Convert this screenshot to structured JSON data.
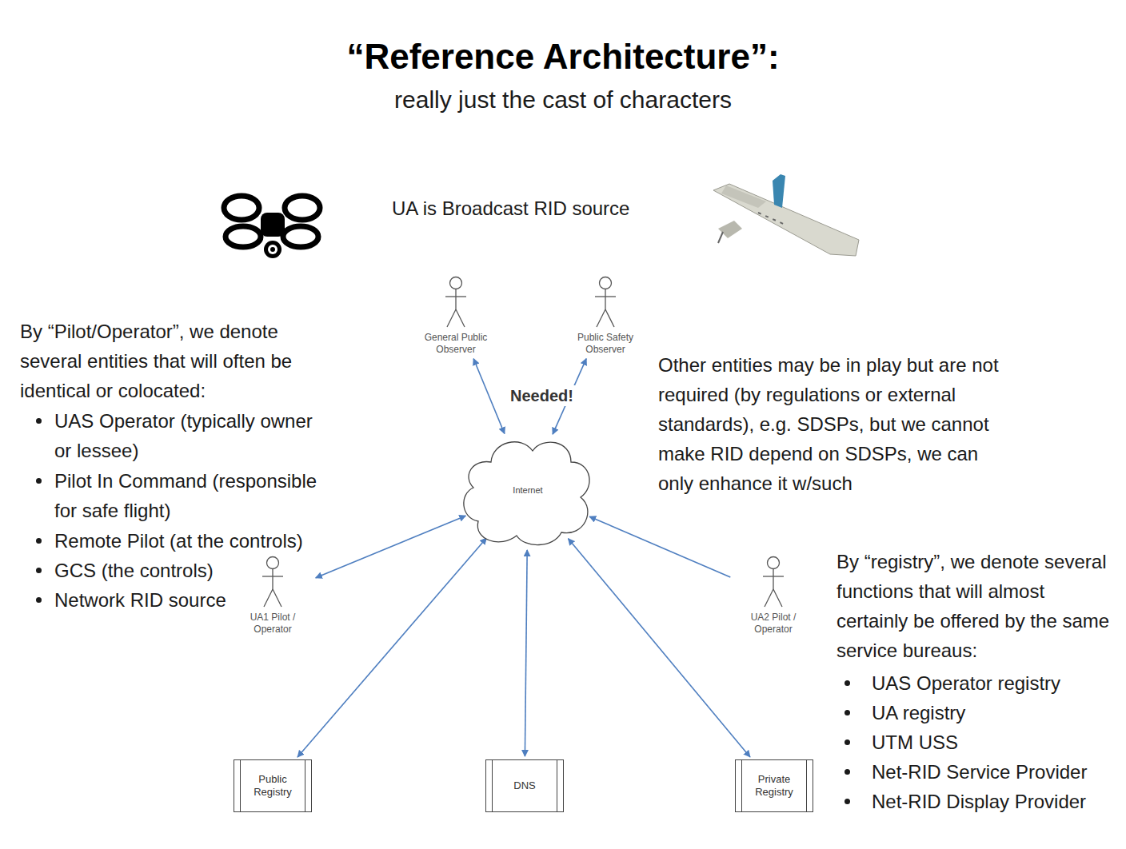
{
  "diagram": {
    "title": "“Reference Architecture”:",
    "nodes": [
      {
        "text": [
          "General Public Observer"
        ]
      },
      {
        "text": [
          "Public Safety Observer"
        ]
      },
      {
        "text": [
          "Internet"
        ]
      },
      {
        "text": [
          "UA1 Pilot / Operator"
        ]
      },
      {
        "text": [
          "UA2 Pilot / Operator"
        ]
      },
      {
        "text": [
          "Public Registry"
        ]
      },
      {
        "text": [
          "DNS"
        ]
      },
      {
        "text": [
          "Private Registry"
        ]
      }
    ],
    "edges": [
      {
        "from": 0,
        "to": 2,
        "arrow": "both"
      },
      {
        "from": 1,
        "to": 2,
        "arrow": "both"
      },
      {
        "from": 3,
        "to": 2,
        "arrow": "both"
      },
      {
        "from": 4,
        "to": 2,
        "arrow": "to"
      },
      {
        "from": 5,
        "to": 2,
        "arrow": "both"
      },
      {
        "from": 6,
        "to": 2,
        "arrow": "both"
      },
      {
        "from": 7,
        "to": 2,
        "arrow": "both"
      }
    ],
    "labels": [
      "really just the cast of characters",
      "UA is Broadcast RID source",
      "By “Pilot/Operator”, we denote several entities that will often be identical or colocated:",
      "UAS Operator (typically owner or lessee)",
      "Pilot In Command (responsible for safe flight)",
      "Remote Pilot (at the controls)",
      "GCS (the controls)",
      "Network RID source",
      "Needed!",
      "Other entities may be in play but are not required (by regulations or external standards), e.g. SDSPs, but we cannot make RID depend on SDSPs, we can only enhance it w/such",
      "By “registry”, we denote several functions that will almost certainly be offered by the same service bureaus:",
      "UAS Operator registry",
      "UA registry",
      "UTM USS",
      "Net-RID Service Provider",
      "Net-RID Display Provider"
    ]
  }
}
